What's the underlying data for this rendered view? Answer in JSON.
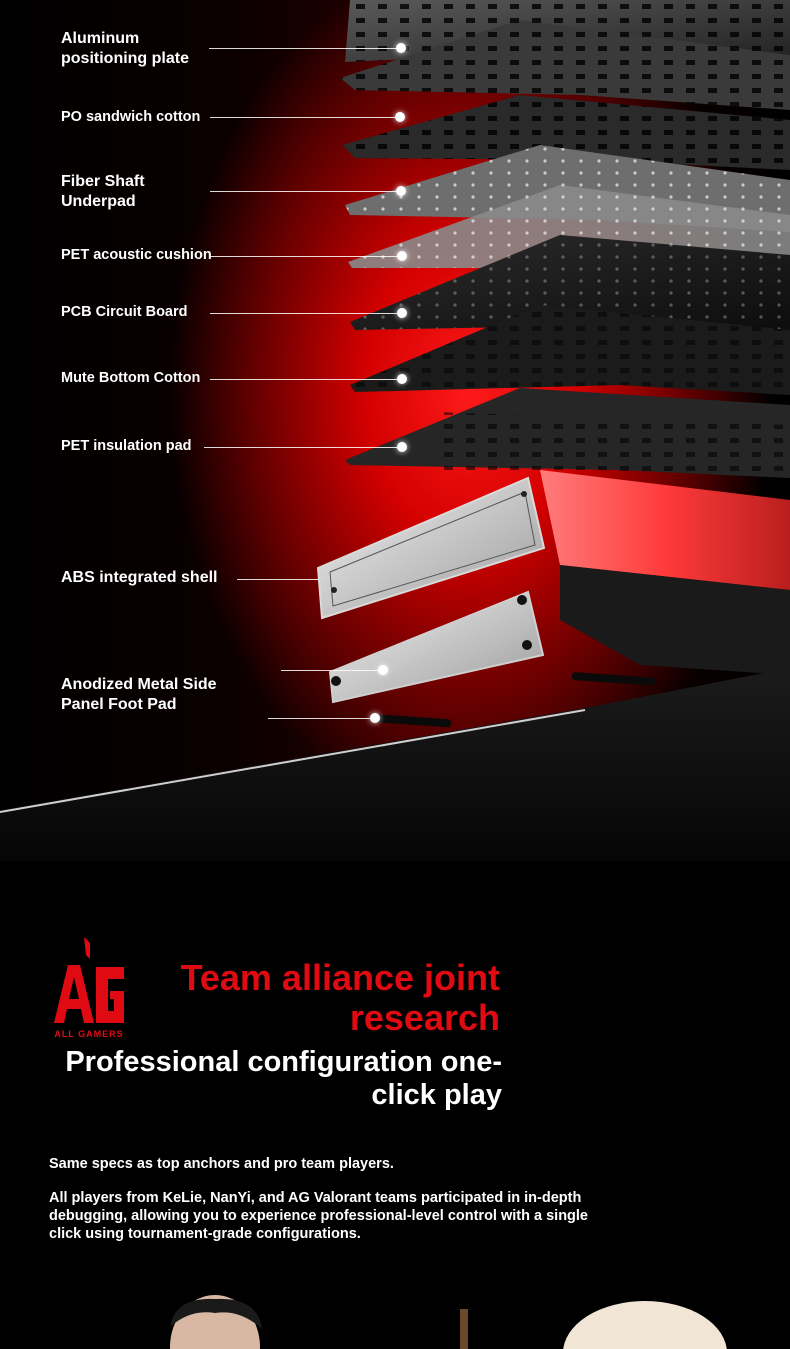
{
  "diagram": {
    "labels": {
      "aluminum_plate": "Aluminum\npositioning plate",
      "po_cotton": "PO sandwich cotton",
      "fiber_underpad": "Fiber Shaft\nUnderpad",
      "pet_cushion": "PET acoustic cushion",
      "pcb": "PCB Circuit Board",
      "mute_cotton": "Mute Bottom Cotton",
      "pet_insulation": "PET insulation pad",
      "abs_shell": "ABS integrated shell",
      "side_panel": "Anodized Metal Side\nPanel Foot Pad"
    }
  },
  "team": {
    "logo_text": "ALL GAMERS",
    "logo_mark": "AG",
    "headline_red": "Team alliance joint research",
    "headline_white": "Professional configuration one-click play",
    "paragraph_1": "Same specs as top anchors and pro team players.",
    "paragraph_2": "All players from KeLie, NanYi, and AG Valorant teams participated in in-depth debugging, allowing you to experience professional-level control with a single click using tournament-grade configurations."
  },
  "colors": {
    "accent_red": "#e00a12",
    "background": "#000000",
    "glow_red": "#ff1a1a"
  }
}
